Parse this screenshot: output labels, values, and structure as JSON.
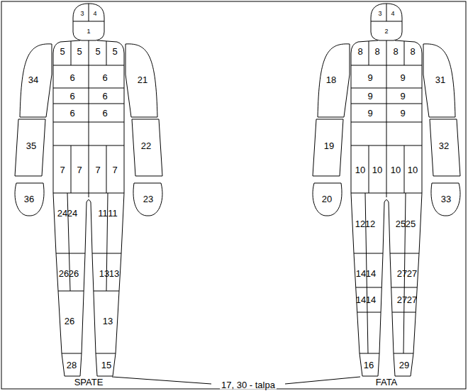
{
  "diagram": {
    "labels": [
      "3",
      "4",
      "1",
      "5",
      "5",
      "5",
      "5",
      "34",
      "6",
      "6",
      "21",
      "6",
      "6",
      "6",
      "6",
      "35",
      "22",
      "7",
      "7",
      "7",
      "7",
      "36",
      "23",
      "24",
      "24",
      "11",
      "11",
      "26",
      "26",
      "13",
      "13",
      "26",
      "13",
      "28",
      "15",
      "SPATE",
      "3",
      "4",
      "2",
      "8",
      "8",
      "8",
      "8",
      "18",
      "9",
      "9",
      "31",
      "9",
      "9",
      "19",
      "9",
      "9",
      "32",
      "10",
      "10",
      "10",
      "10",
      "20",
      "33",
      "12",
      "12",
      "25",
      "25",
      "14",
      "14",
      "27",
      "27",
      "14",
      "14",
      "27",
      "27",
      "16",
      "29",
      "17, 30 - talpa",
      "FATA"
    ]
  }
}
